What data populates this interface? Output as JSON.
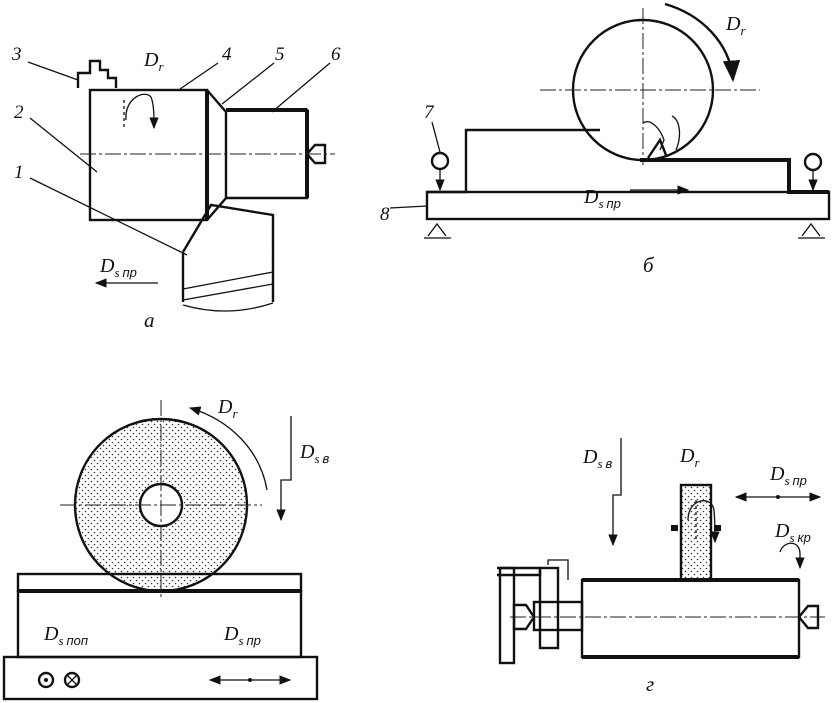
{
  "figure_a": {
    "caption": "а",
    "callouts": [
      "1",
      "2",
      "3",
      "4",
      "5",
      "6"
    ],
    "rotation_label": {
      "main": "D",
      "sub": "r"
    },
    "feed_label": {
      "main": "D",
      "sub_s": "s",
      "sub_dir": "пр"
    }
  },
  "figure_b": {
    "caption": "б",
    "callouts": [
      "7",
      "8"
    ],
    "rotation_label": {
      "main": "D",
      "sub": "r"
    },
    "feed_label": {
      "main": "D",
      "sub_s": "s",
      "sub_dir": "пр"
    }
  },
  "figure_v": {
    "rotation_label": {
      "main": "D",
      "sub": "r"
    },
    "vertical_feed_label": {
      "main": "D",
      "sub_s": "s",
      "sub_dir": "в"
    },
    "cross_feed_label": {
      "main": "D",
      "sub_s": "s",
      "sub_dir": "поп"
    },
    "long_feed_label": {
      "main": "D",
      "sub_s": "s",
      "sub_dir": "пр"
    }
  },
  "figure_g": {
    "caption": "г",
    "vertical_feed_label": {
      "main": "D",
      "sub_s": "s",
      "sub_dir": "в"
    },
    "rotation_label": {
      "main": "D",
      "sub": "r"
    },
    "long_feed_label": {
      "main": "D",
      "sub_s": "s",
      "sub_dir": "пр"
    },
    "circular_feed_label": {
      "main": "D",
      "sub_s": "s",
      "sub_dir": "кр"
    }
  },
  "colors": {
    "ink": "#111111",
    "background": "#ffffff"
  }
}
